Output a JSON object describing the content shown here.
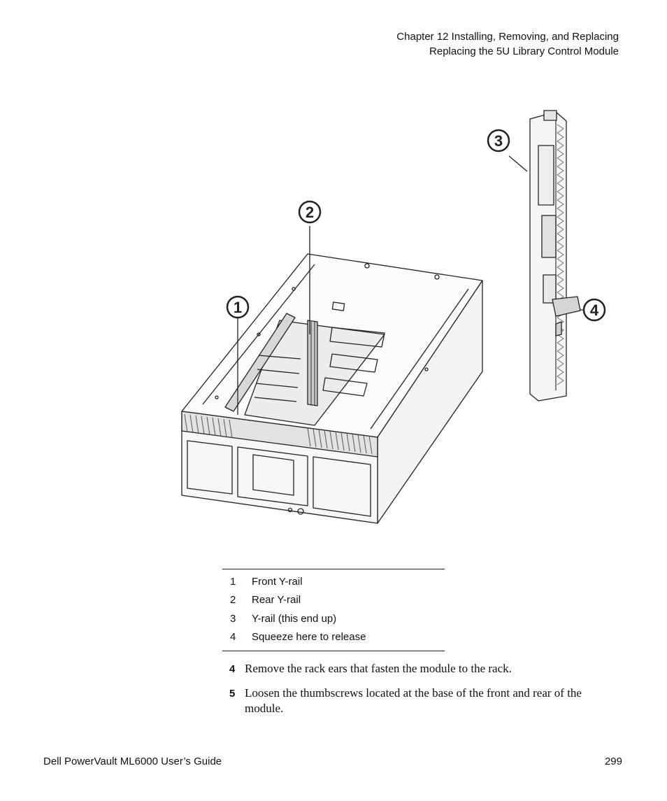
{
  "header": {
    "chapter": "Chapter 12  Installing, Removing, and Replacing",
    "section": "Replacing the 5U Library Control Module"
  },
  "figure": {
    "callouts": [
      "1",
      "2",
      "3",
      "4"
    ]
  },
  "legend": [
    {
      "num": "1",
      "label": "Front Y-rail"
    },
    {
      "num": "2",
      "label": "Rear Y-rail"
    },
    {
      "num": "3",
      "label": "Y-rail (this end up)"
    },
    {
      "num": "4",
      "label": "Squeeze here to release"
    }
  ],
  "steps": [
    {
      "num": "4",
      "text": "Remove the rack ears that fasten the module to the rack."
    },
    {
      "num": "5",
      "text": "Loosen the thumbscrews located at the base of the front and rear of the module."
    }
  ],
  "footer": {
    "guide": "Dell PowerVault ML6000 User’s Guide",
    "page": "299"
  }
}
